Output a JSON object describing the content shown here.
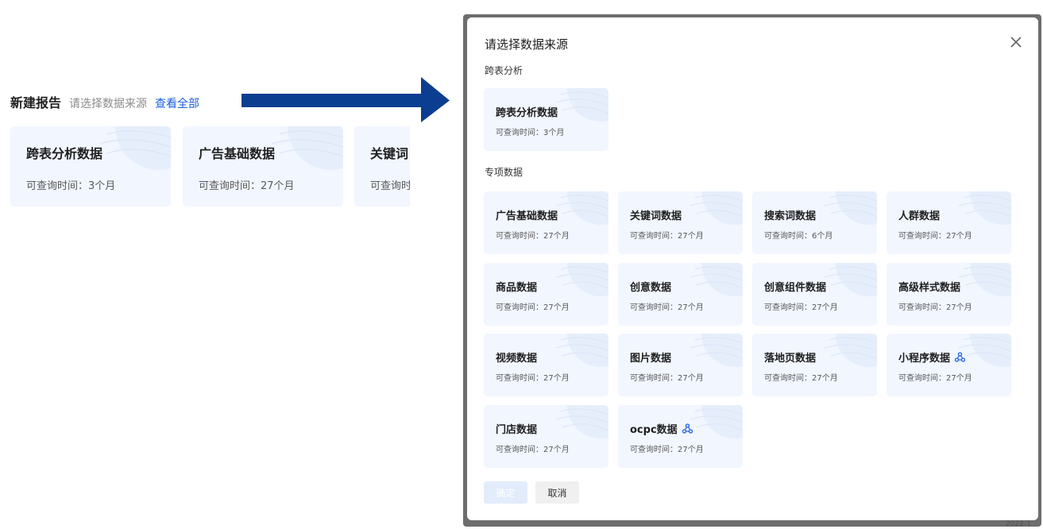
{
  "left": {
    "title": "新建报告",
    "subtitle": "请选择数据来源",
    "view_all": "查看全部",
    "cards": [
      {
        "title": "跨表分析数据",
        "meta": "可查询时间：3个月"
      },
      {
        "title": "广告基础数据",
        "meta": "可查询时间：27个月"
      },
      {
        "title": "关键词",
        "meta": "可查询时"
      }
    ]
  },
  "modal": {
    "title": "请选择数据来源",
    "sections": [
      {
        "label": "跨表分析"
      },
      {
        "label": "专项数据"
      }
    ],
    "cross_card": {
      "title": "跨表分析数据",
      "meta": "可查询时间：3个月"
    },
    "cards": [
      {
        "title": "广告基础数据",
        "meta": "可查询时间：27个月"
      },
      {
        "title": "关键词数据",
        "meta": "可查询时间：27个月"
      },
      {
        "title": "搜索词数据",
        "meta": "可查询时间：6个月"
      },
      {
        "title": "人群数据",
        "meta": "可查询时间：27个月"
      },
      {
        "title": "商品数据",
        "meta": "可查询时间：27个月"
      },
      {
        "title": "创意数据",
        "meta": "可查询时间：27个月"
      },
      {
        "title": "创意组件数据",
        "meta": "可查询时间：27个月"
      },
      {
        "title": "高级样式数据",
        "meta": "可查询时间：27个月"
      },
      {
        "title": "视频数据",
        "meta": "可查询时间：27个月"
      },
      {
        "title": "图片数据",
        "meta": "可查询时间：27个月"
      },
      {
        "title": "落地页数据",
        "meta": "可查询时间：27个月"
      },
      {
        "title": "小程序数据",
        "meta": "可查询时间：27个月",
        "icon": "share-tree-icon"
      },
      {
        "title": "门店数据",
        "meta": "可查询时间：27个月"
      },
      {
        "title": "ocpc数据",
        "meta": "可查询时间：27个月",
        "icon": "share-tree-icon"
      }
    ],
    "confirm_label": "确定",
    "cancel_label": "取消"
  },
  "colors": {
    "accent": "#1a5fe0",
    "arrow": "#0b3d91",
    "card_bg": "#f1f6ff"
  },
  "edge_text": "2022-1"
}
